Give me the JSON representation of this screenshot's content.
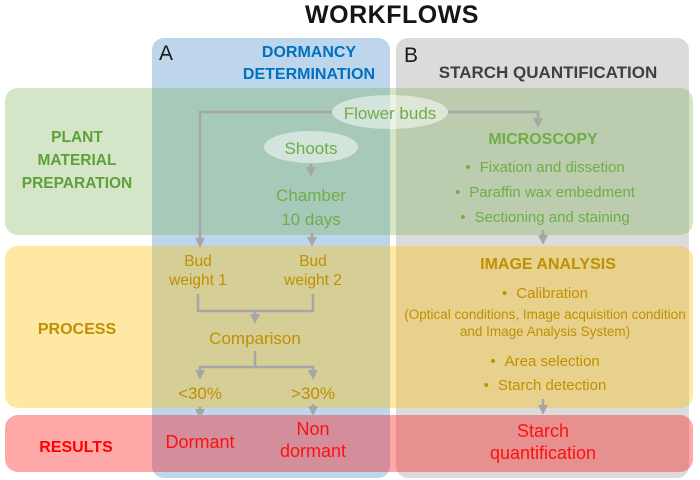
{
  "title": "WORKFLOWS",
  "columns": {
    "a": {
      "letter": "A",
      "title": "DORMANCY\nDETERMINATION"
    },
    "b": {
      "letter": "B",
      "title": "STARCH QUANTIFICATION"
    }
  },
  "bands": {
    "preparation": "PLANT\nMATERIAL\nPREPARATION",
    "process": "PROCESS",
    "results": "RESULTS"
  },
  "icons": {
    "bullet": "•"
  },
  "flow_a": {
    "flower_buds": "Flower buds",
    "shoots": "Shoots",
    "chamber": "Chamber\n10 days",
    "bud_weight_1": "Bud\nweight 1",
    "bud_weight_2": "Bud\nweight 2",
    "comparison": "Comparison",
    "less_30": "<30%",
    "greater_30": ">30%",
    "dormant": "Dormant",
    "non_dormant": "Non\ndormant"
  },
  "flow_b": {
    "microscopy": {
      "title": "MICROSCOPY",
      "items": [
        "Fixation and dissetion",
        "Paraffin wax embedment",
        "Sectioning and staining"
      ]
    },
    "image_analysis": {
      "title": "IMAGE ANALYSIS",
      "item_calibration": "Calibration",
      "calibration_note": "(Optical conditions, Image acquisition condition and Image Analysis System)",
      "item_area": "Area selection",
      "item_starch": "Starch detection"
    },
    "starch_quantification": "Starch\nquantification"
  },
  "colors": {
    "column_a_bg": "#BDD6EC",
    "column_b_bg": "#DBDBDB",
    "text_green": "#70AD47",
    "text_blue": "#0070C0",
    "text_olive": "#BF9000",
    "text_red": "#FF0000",
    "text_dark": "#404040",
    "connector_gray": "#A6A6A6"
  }
}
